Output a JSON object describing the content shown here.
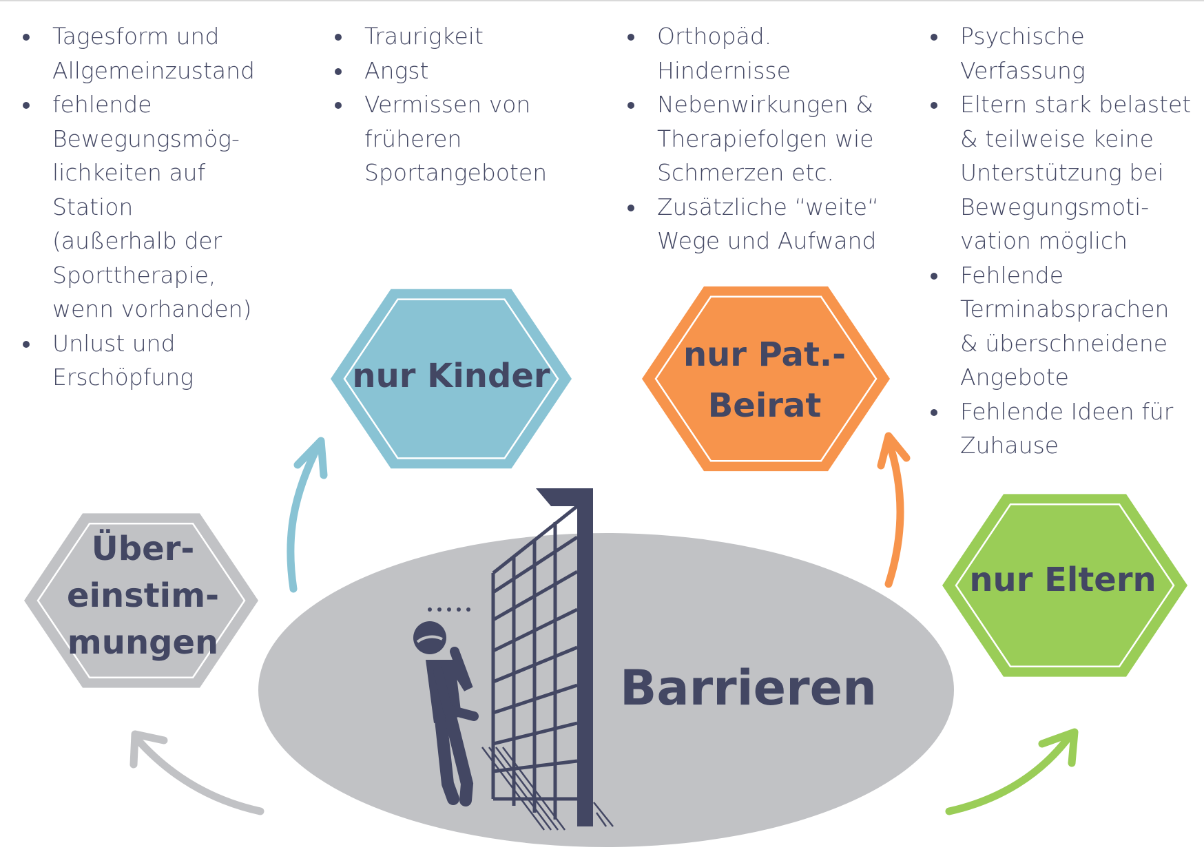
{
  "lists": [
    {
      "name": "uebereinstimmungen-list",
      "items": [
        [
          "Tagesform und",
          "Allgemeinzustand"
        ],
        [
          "fehlende",
          "Bewegungsmög-",
          "lichkeiten auf",
          "Station",
          "(außerhalb der",
          "Sporttherapie,",
          "wenn vorhanden)"
        ],
        [
          "Unlust und",
          "Erschöpfung"
        ]
      ]
    },
    {
      "name": "kinder-list",
      "items": [
        [
          "Traurigkeit"
        ],
        [
          "Angst"
        ],
        [
          "Vermissen von",
          "früheren",
          "Sportangeboten"
        ]
      ]
    },
    {
      "name": "beirat-list",
      "items": [
        [
          "Orthopäd.",
          "Hindernisse"
        ],
        [
          "Nebenwirkungen &",
          "Therapiefolgen wie",
          "Schmerzen etc."
        ],
        [
          "Zusätzliche “weite“",
          "Wege und Aufwand"
        ]
      ]
    },
    {
      "name": "eltern-list",
      "items": [
        [
          "Psychische",
          "Verfassung"
        ],
        [
          "Eltern stark belastet",
          "& teilweise keine",
          "Unterstützung bei",
          "Bewegungsmoti-",
          "vation möglich"
        ],
        [
          "Fehlende",
          "Terminabsprachen",
          "& überschneidene",
          "Angebote"
        ],
        [
          "Fehlende Ideen für",
          "Zuhause"
        ]
      ]
    }
  ],
  "hexagons": [
    {
      "name": "hex-uebereinstimmungen",
      "lines": [
        "Über-",
        "einstim-",
        "mungen"
      ],
      "color": "#c1c2c5"
    },
    {
      "name": "hex-kinder",
      "lines": [
        "nur Kinder"
      ],
      "color": "#89c3d4"
    },
    {
      "name": "hex-beirat",
      "lines": [
        "nur Pat.-",
        "Beirat"
      ],
      "color": "#f7944c"
    },
    {
      "name": "hex-eltern",
      "lines": [
        "nur Eltern"
      ],
      "color": "#9acd57"
    }
  ],
  "center": {
    "title": "Barrieren",
    "ellipse_color": "#c1c2c5"
  },
  "icon": "person-facing-wall-icon",
  "colors": {
    "text": "#434763",
    "figure": "#434763"
  }
}
